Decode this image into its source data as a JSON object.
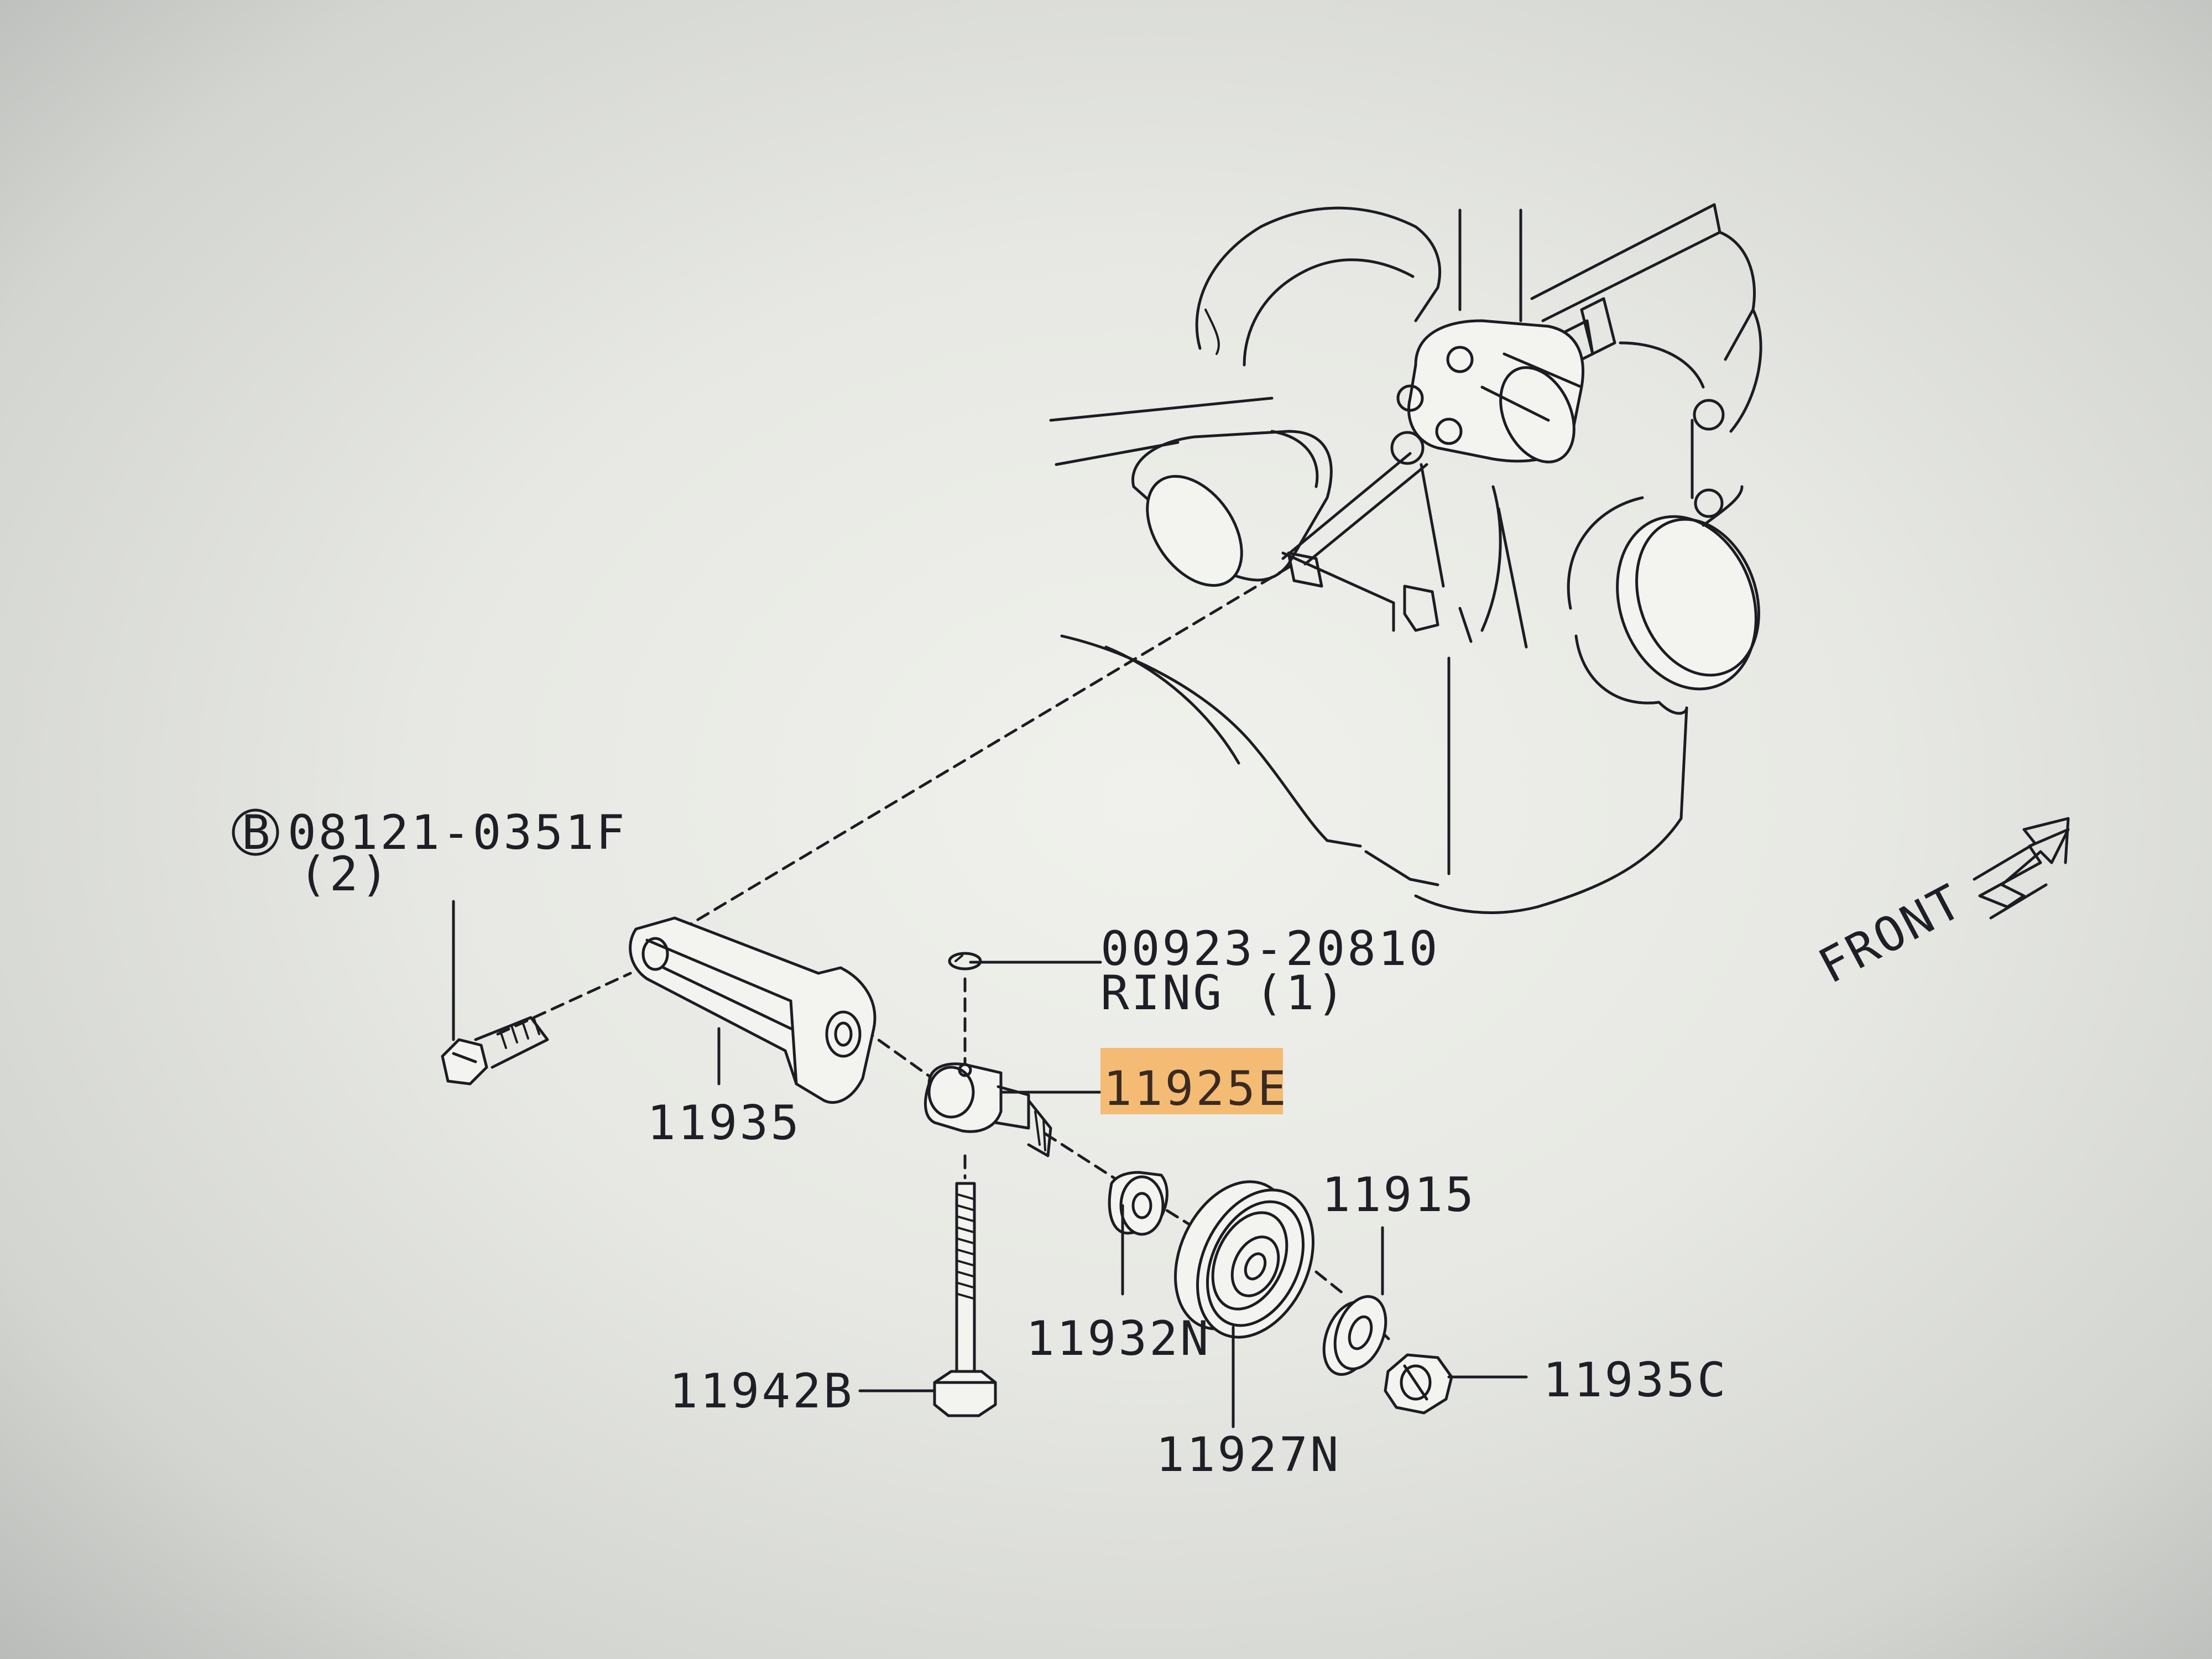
{
  "diagram": {
    "accent_color": "#f3b66a",
    "line_color": "#1c1d22",
    "callouts": {
      "bolt_circle_letter": "B",
      "bolt_part": "08121-0351F",
      "bolt_qty": "(2)",
      "ring_part": "00923-20810",
      "ring_label": "RING (1)",
      "highlighted_part": "11925E",
      "bracket": "11935",
      "spacer": "11932N",
      "pulley": "11927N",
      "washer": "11915",
      "nut": "11935C",
      "long_bolt": "11942B",
      "direction": "FRONT"
    },
    "icons": [
      "front-arrow-icon"
    ]
  }
}
